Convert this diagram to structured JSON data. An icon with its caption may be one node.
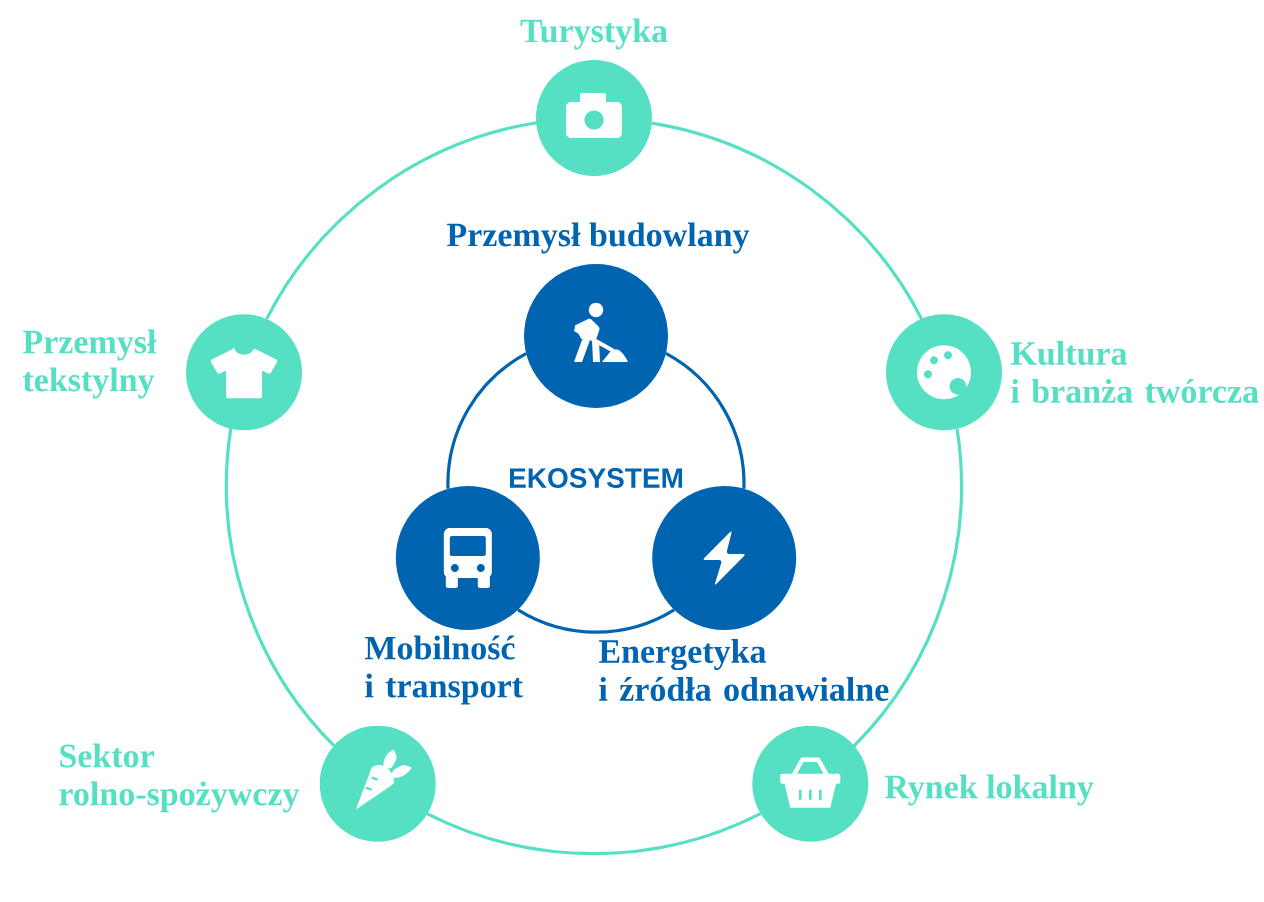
{
  "diagram": {
    "nodes": [
      {
        "text": [
          "Turystyka"
        ]
      },
      {
        "text": [
          "Przemysł budowlany"
        ]
      },
      {
        "text": [
          "Przemysł tekstylny"
        ]
      },
      {
        "text": [
          "Kultura i branża twórcza"
        ]
      },
      {
        "text": [
          "Mobilność i transport"
        ]
      },
      {
        "text": [
          "Energetyka i źródła odnawialne"
        ]
      },
      {
        "text": [
          "Sektor rolno-spożywczy"
        ]
      },
      {
        "text": [
          "Rynek lokalny"
        ]
      }
    ],
    "edges": [
      {
        "from": 0,
        "to": 3,
        "arrow": "none"
      },
      {
        "from": 3,
        "to": 7,
        "arrow": "none"
      },
      {
        "from": 7,
        "to": 6,
        "arrow": "none"
      },
      {
        "from": 6,
        "to": 2,
        "arrow": "none"
      },
      {
        "from": 2,
        "to": 0,
        "arrow": "none"
      },
      {
        "from": 1,
        "to": 5,
        "arrow": "none",
        "color": "#0064b1"
      },
      {
        "from": 5,
        "to": 4,
        "arrow": "none",
        "color": "#0064b1"
      },
      {
        "from": 4,
        "to": 1,
        "arrow": "none",
        "color": "#0064b1"
      }
    ],
    "labels": [
      "EKOSYSTEM"
    ]
  }
}
